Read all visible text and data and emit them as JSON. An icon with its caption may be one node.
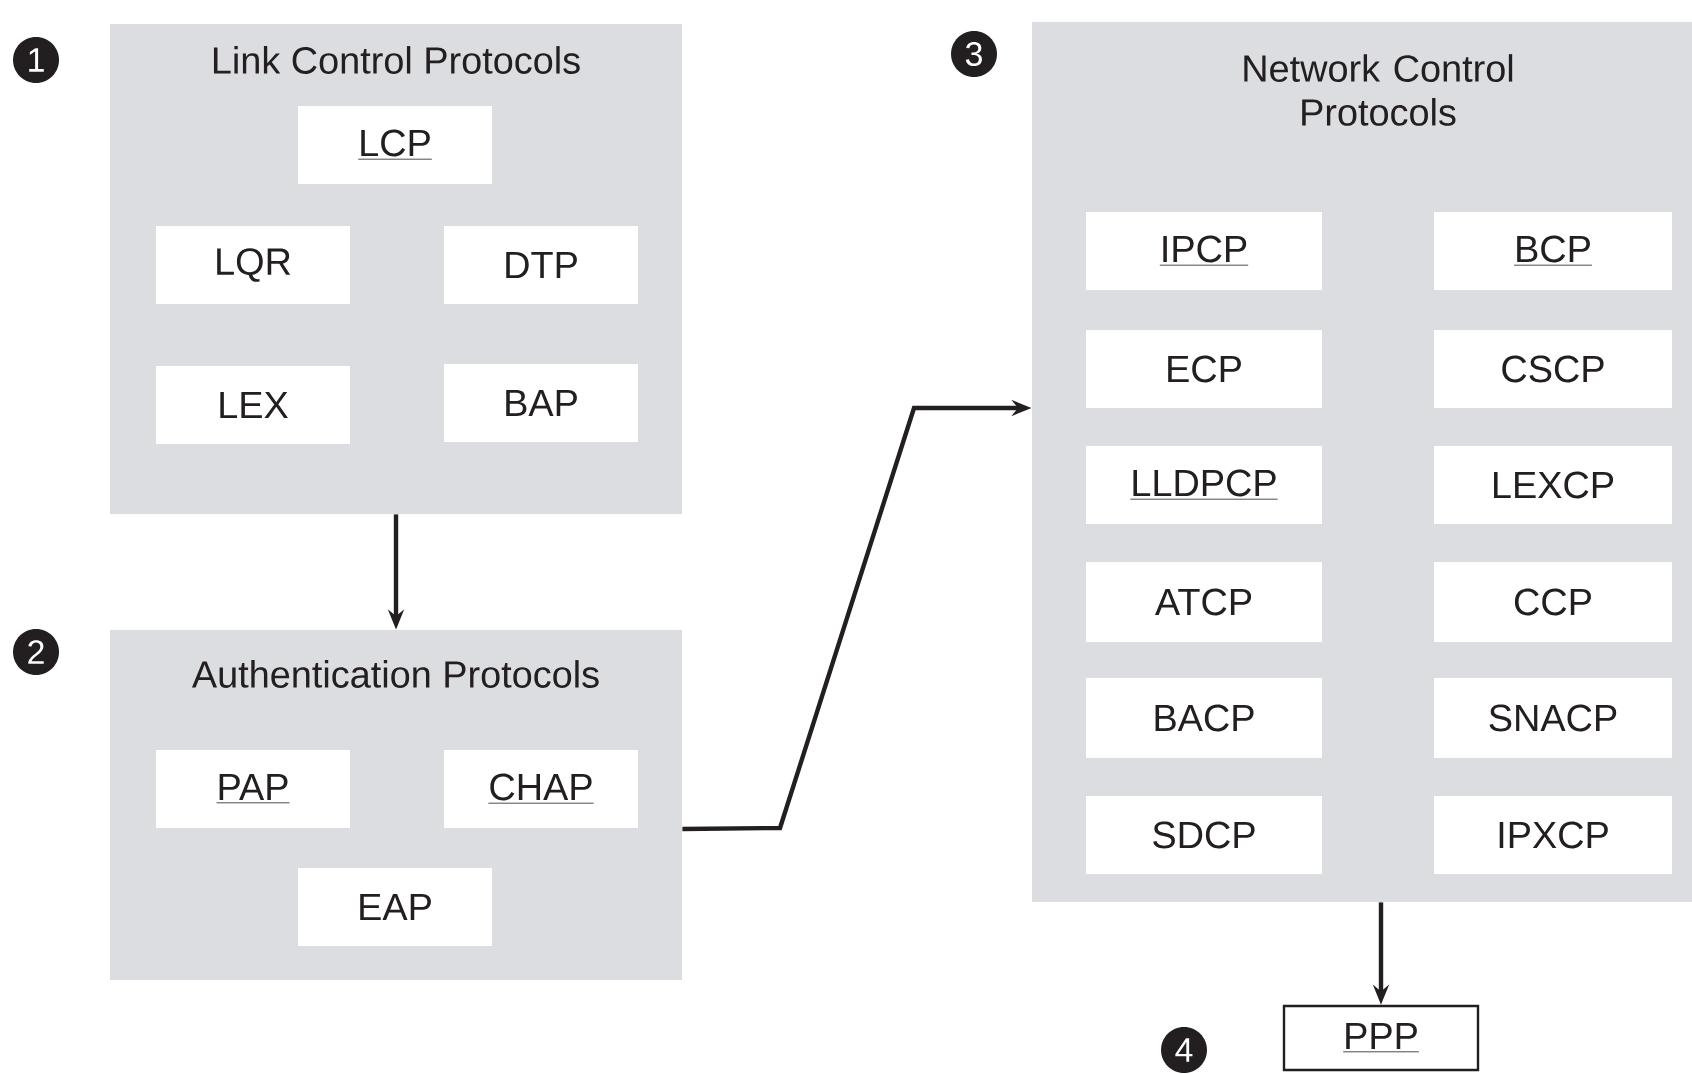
{
  "diagram": {
    "nodes": [
      {
        "text": [
          "Link Control Protocols"
        ],
        "beside": [
          "1"
        ]
      },
      {
        "text": [
          "LCP"
        ],
        "in": 0
      },
      {
        "text": [
          "LQR"
        ],
        "in": 0
      },
      {
        "text": [
          "DTP"
        ],
        "in": 0
      },
      {
        "text": [
          "LEX"
        ],
        "in": 0
      },
      {
        "text": [
          "BAP"
        ],
        "in": 0
      },
      {
        "text": [
          "Authentication Protocols"
        ],
        "beside": [
          "2"
        ]
      },
      {
        "text": [
          "PAP"
        ],
        "in": 6
      },
      {
        "text": [
          "CHAP"
        ],
        "in": 6
      },
      {
        "text": [
          "EAP"
        ],
        "in": 6
      },
      {
        "text": [
          "Network Control Protocols"
        ],
        "beside": [
          "3"
        ]
      },
      {
        "text": [
          "IPCP"
        ],
        "in": 10
      },
      {
        "text": [
          "BCP"
        ],
        "in": 10
      },
      {
        "text": [
          "ECP"
        ],
        "in": 10
      },
      {
        "text": [
          "CSCP"
        ],
        "in": 10
      },
      {
        "text": [
          "LLDPCP"
        ],
        "in": 10
      },
      {
        "text": [
          "LEXCP"
        ],
        "in": 10
      },
      {
        "text": [
          "ATCP"
        ],
        "in": 10
      },
      {
        "text": [
          "CCP"
        ],
        "in": 10
      },
      {
        "text": [
          "BACP"
        ],
        "in": 10
      },
      {
        "text": [
          "SNACP"
        ],
        "in": 10
      },
      {
        "text": [
          "SDCP"
        ],
        "in": 10
      },
      {
        "text": [
          "IPXCP"
        ],
        "in": 10
      },
      {
        "text": [
          "PPP"
        ],
        "beside": [
          "4"
        ]
      }
    ],
    "edges": [
      {
        "from": 0,
        "to": 6,
        "arrow": "to"
      },
      {
        "from": 6,
        "to": 10,
        "arrow": "to"
      },
      {
        "from": 10,
        "to": 23,
        "arrow": "to"
      }
    ]
  }
}
